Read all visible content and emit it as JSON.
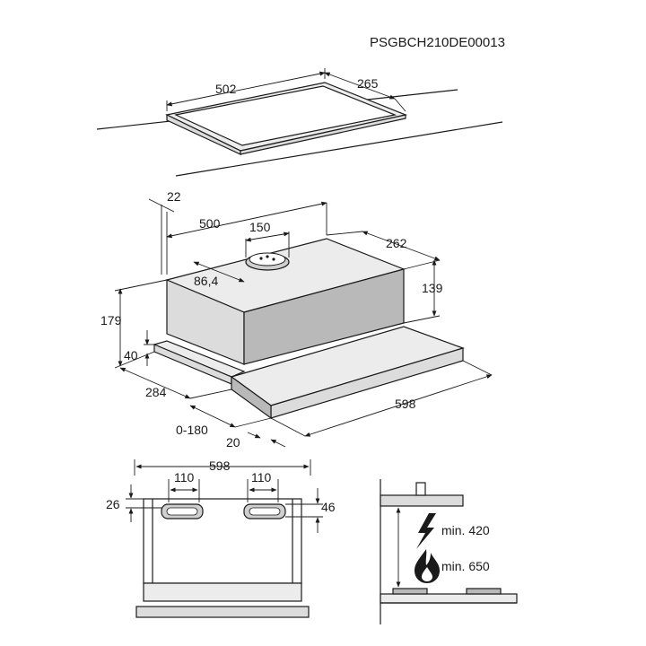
{
  "product_code": "PSGBCH210DE00013",
  "cutout": {
    "width": "502",
    "depth": "265"
  },
  "hood": {
    "top_offset": "22",
    "length": "500",
    "outlet_diameter": "150",
    "depth": "262",
    "outlet_offset": "86,4",
    "body_height": "139",
    "total_height": "179",
    "front_height": "40",
    "body_depth": "284",
    "extension": "0-180",
    "front_thickness": "20",
    "width": "598"
  },
  "underside": {
    "width": "598",
    "opening_left": "110",
    "opening_right": "110",
    "left_offset": "26",
    "right_offset": "46"
  },
  "clearance": {
    "electric_label": "min. 420",
    "gas_label": "min. 650",
    "electric_icon": "lightning-icon",
    "gas_icon": "flame-icon"
  }
}
